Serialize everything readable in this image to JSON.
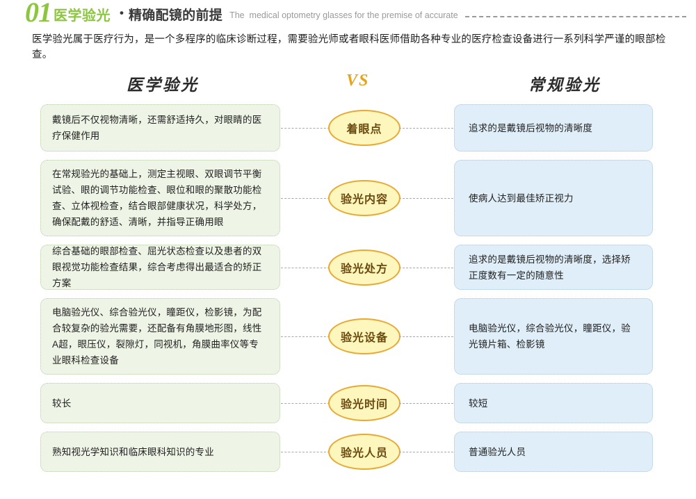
{
  "header": {
    "number": "01",
    "title_cn": "医学验光",
    "bullet": "•",
    "subtitle_cn": "精确配镜的前提",
    "subtitle_en": "The  medical optometry glasses for the premise of accurate",
    "accent_color": "#8cc63e"
  },
  "intro": "医学验光属于医疗行为，是一个多程序的临床诊断过程，需要验光师或者眼科医师借助各种专业的医疗检查设备进行一系列科学严谨的眼部检查。",
  "columns": {
    "left_label": "医学验光",
    "vs_label": "VS",
    "right_label": "常规验光",
    "vs_color": "#e8a317",
    "left_bg": "#eef5e6",
    "right_bg": "#dfeef8",
    "badge_bg": "#fdf6bd",
    "badge_border": "#e8a933"
  },
  "rows": [
    {
      "badge": "着眼点",
      "left": "戴镜后不仅视物清晰，还需舒适持久，对眼睛的医疗保健作用",
      "right": "追求的是戴镜后视物的清晰度",
      "height": 68
    },
    {
      "badge": "验光内容",
      "left": "在常规验光的基础上，测定主视眼、双眼调节平衡试验、眼的调节功能检查、眼位和眼的聚散功能检查、立体视检查，结合眼部健康状况，科学处方，确保配戴的舒适、清晰，并指导正确用眼",
      "right": "使病人达到最佳矫正视力",
      "height": 110
    },
    {
      "badge": "验光处方",
      "left": "综合基础的眼部检查、屈光状态检查以及患者的双眼视觉功能检查结果，综合考虑得出最适合的矫正方案",
      "right": "追求的是戴镜后视物的清晰度，选择矫正度数有一定的随意性",
      "height": 65
    },
    {
      "badge": "验光设备",
      "left": "电脑验光仪、综合验光仪，瞳距仪，检影镜，为配合较复杂的验光需要，还配备有角膜地形图，线性A超，眼压仪，裂隙灯，同视机，角膜曲率仪等专业眼科检查设备",
      "right": "电脑验光仪，综合验光仪，瞳距仪，验光镜片箱、检影镜",
      "height": 110
    },
    {
      "badge": "验光时间",
      "left": "较长",
      "right": "较短",
      "height": 58
    },
    {
      "badge": "验光人员",
      "left": "熟知视光学知识和临床眼科知识的专业",
      "right": "普通验光人员",
      "height": 58
    }
  ]
}
